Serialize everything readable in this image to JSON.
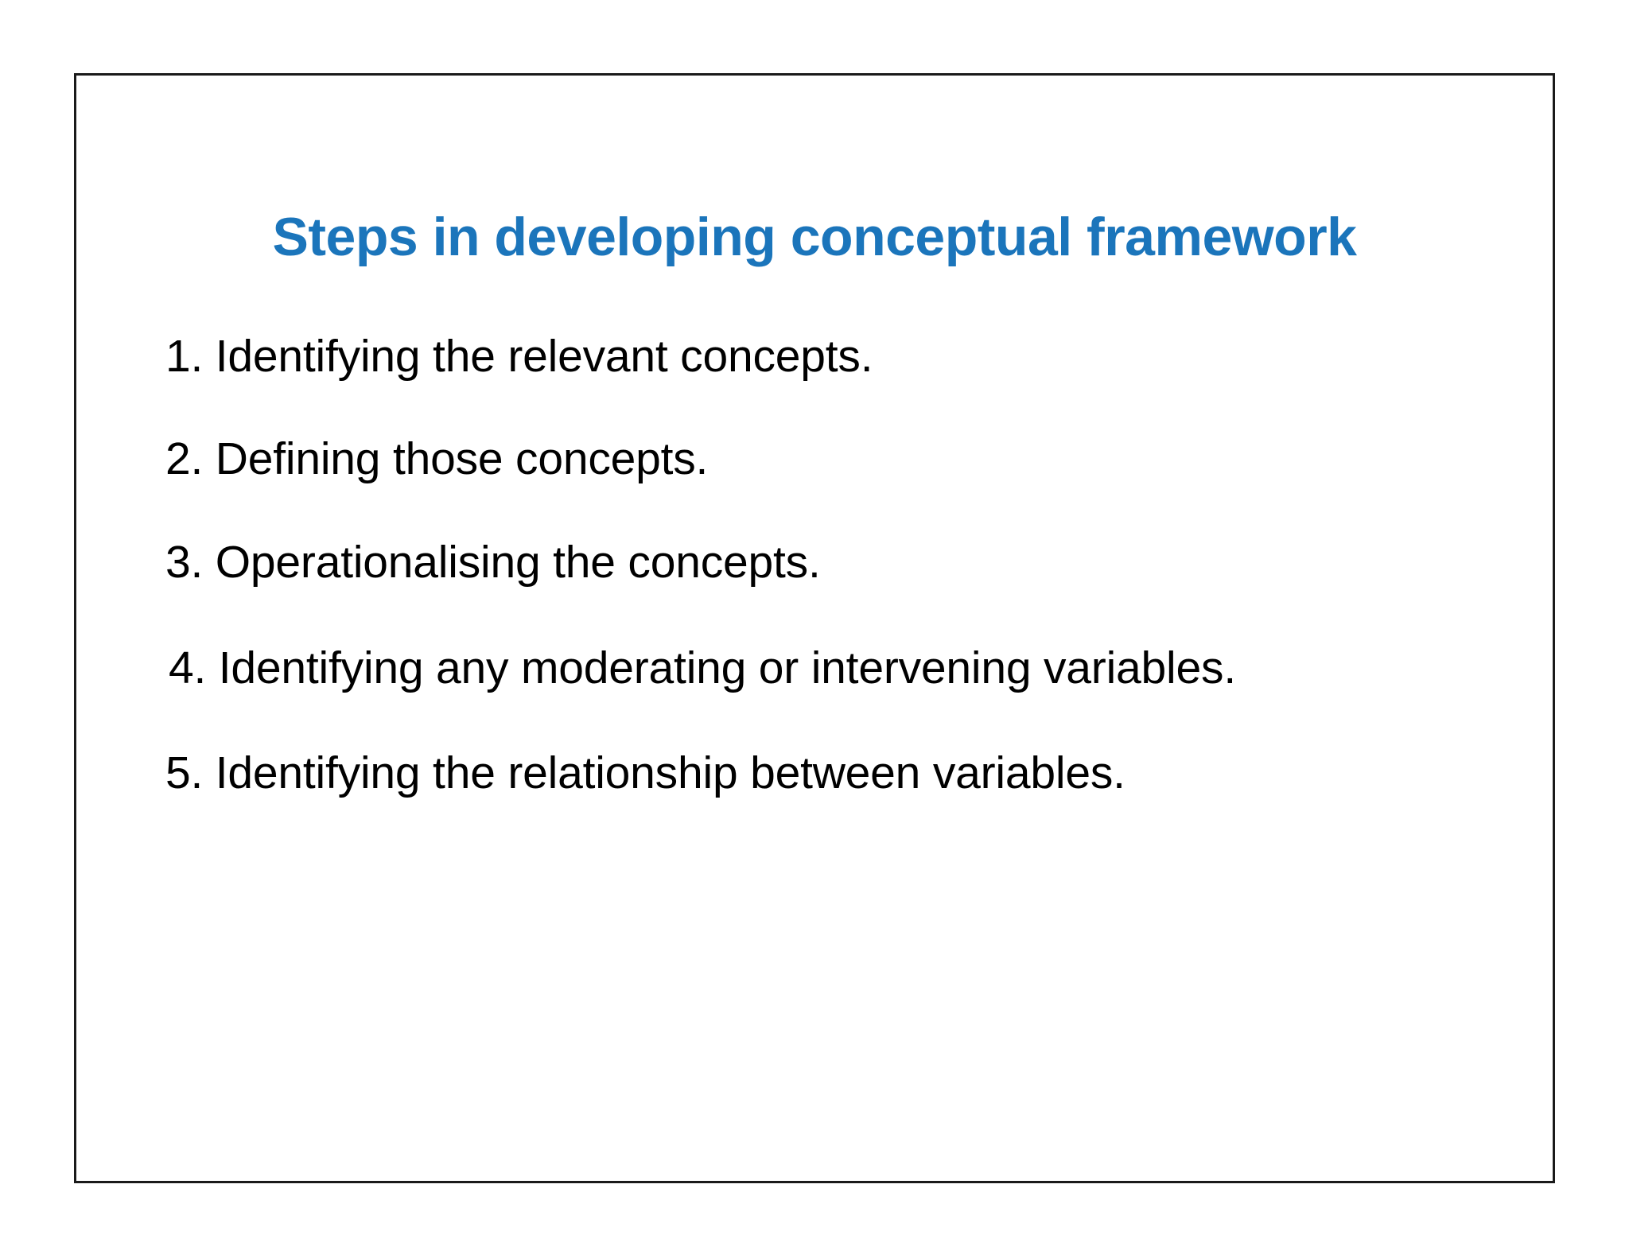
{
  "slide": {
    "title": "Steps in developing conceptual framework",
    "title_color": "#1B75BB",
    "body_color": "#000000",
    "background": "#FFFFFF",
    "border_color": "#1A1A1A",
    "steps": [
      {
        "number": "1.",
        "text": "Identifying the relevant concepts."
      },
      {
        "number": "2.",
        "text": "Defining those concepts."
      },
      {
        "number": "3.",
        "text": "Operationalising the concepts."
      },
      {
        "number": "4.",
        "text": "Identifying any moderating or intervening variables."
      },
      {
        "number": "5.",
        "text": "Identifying the relationship between variables."
      }
    ]
  }
}
